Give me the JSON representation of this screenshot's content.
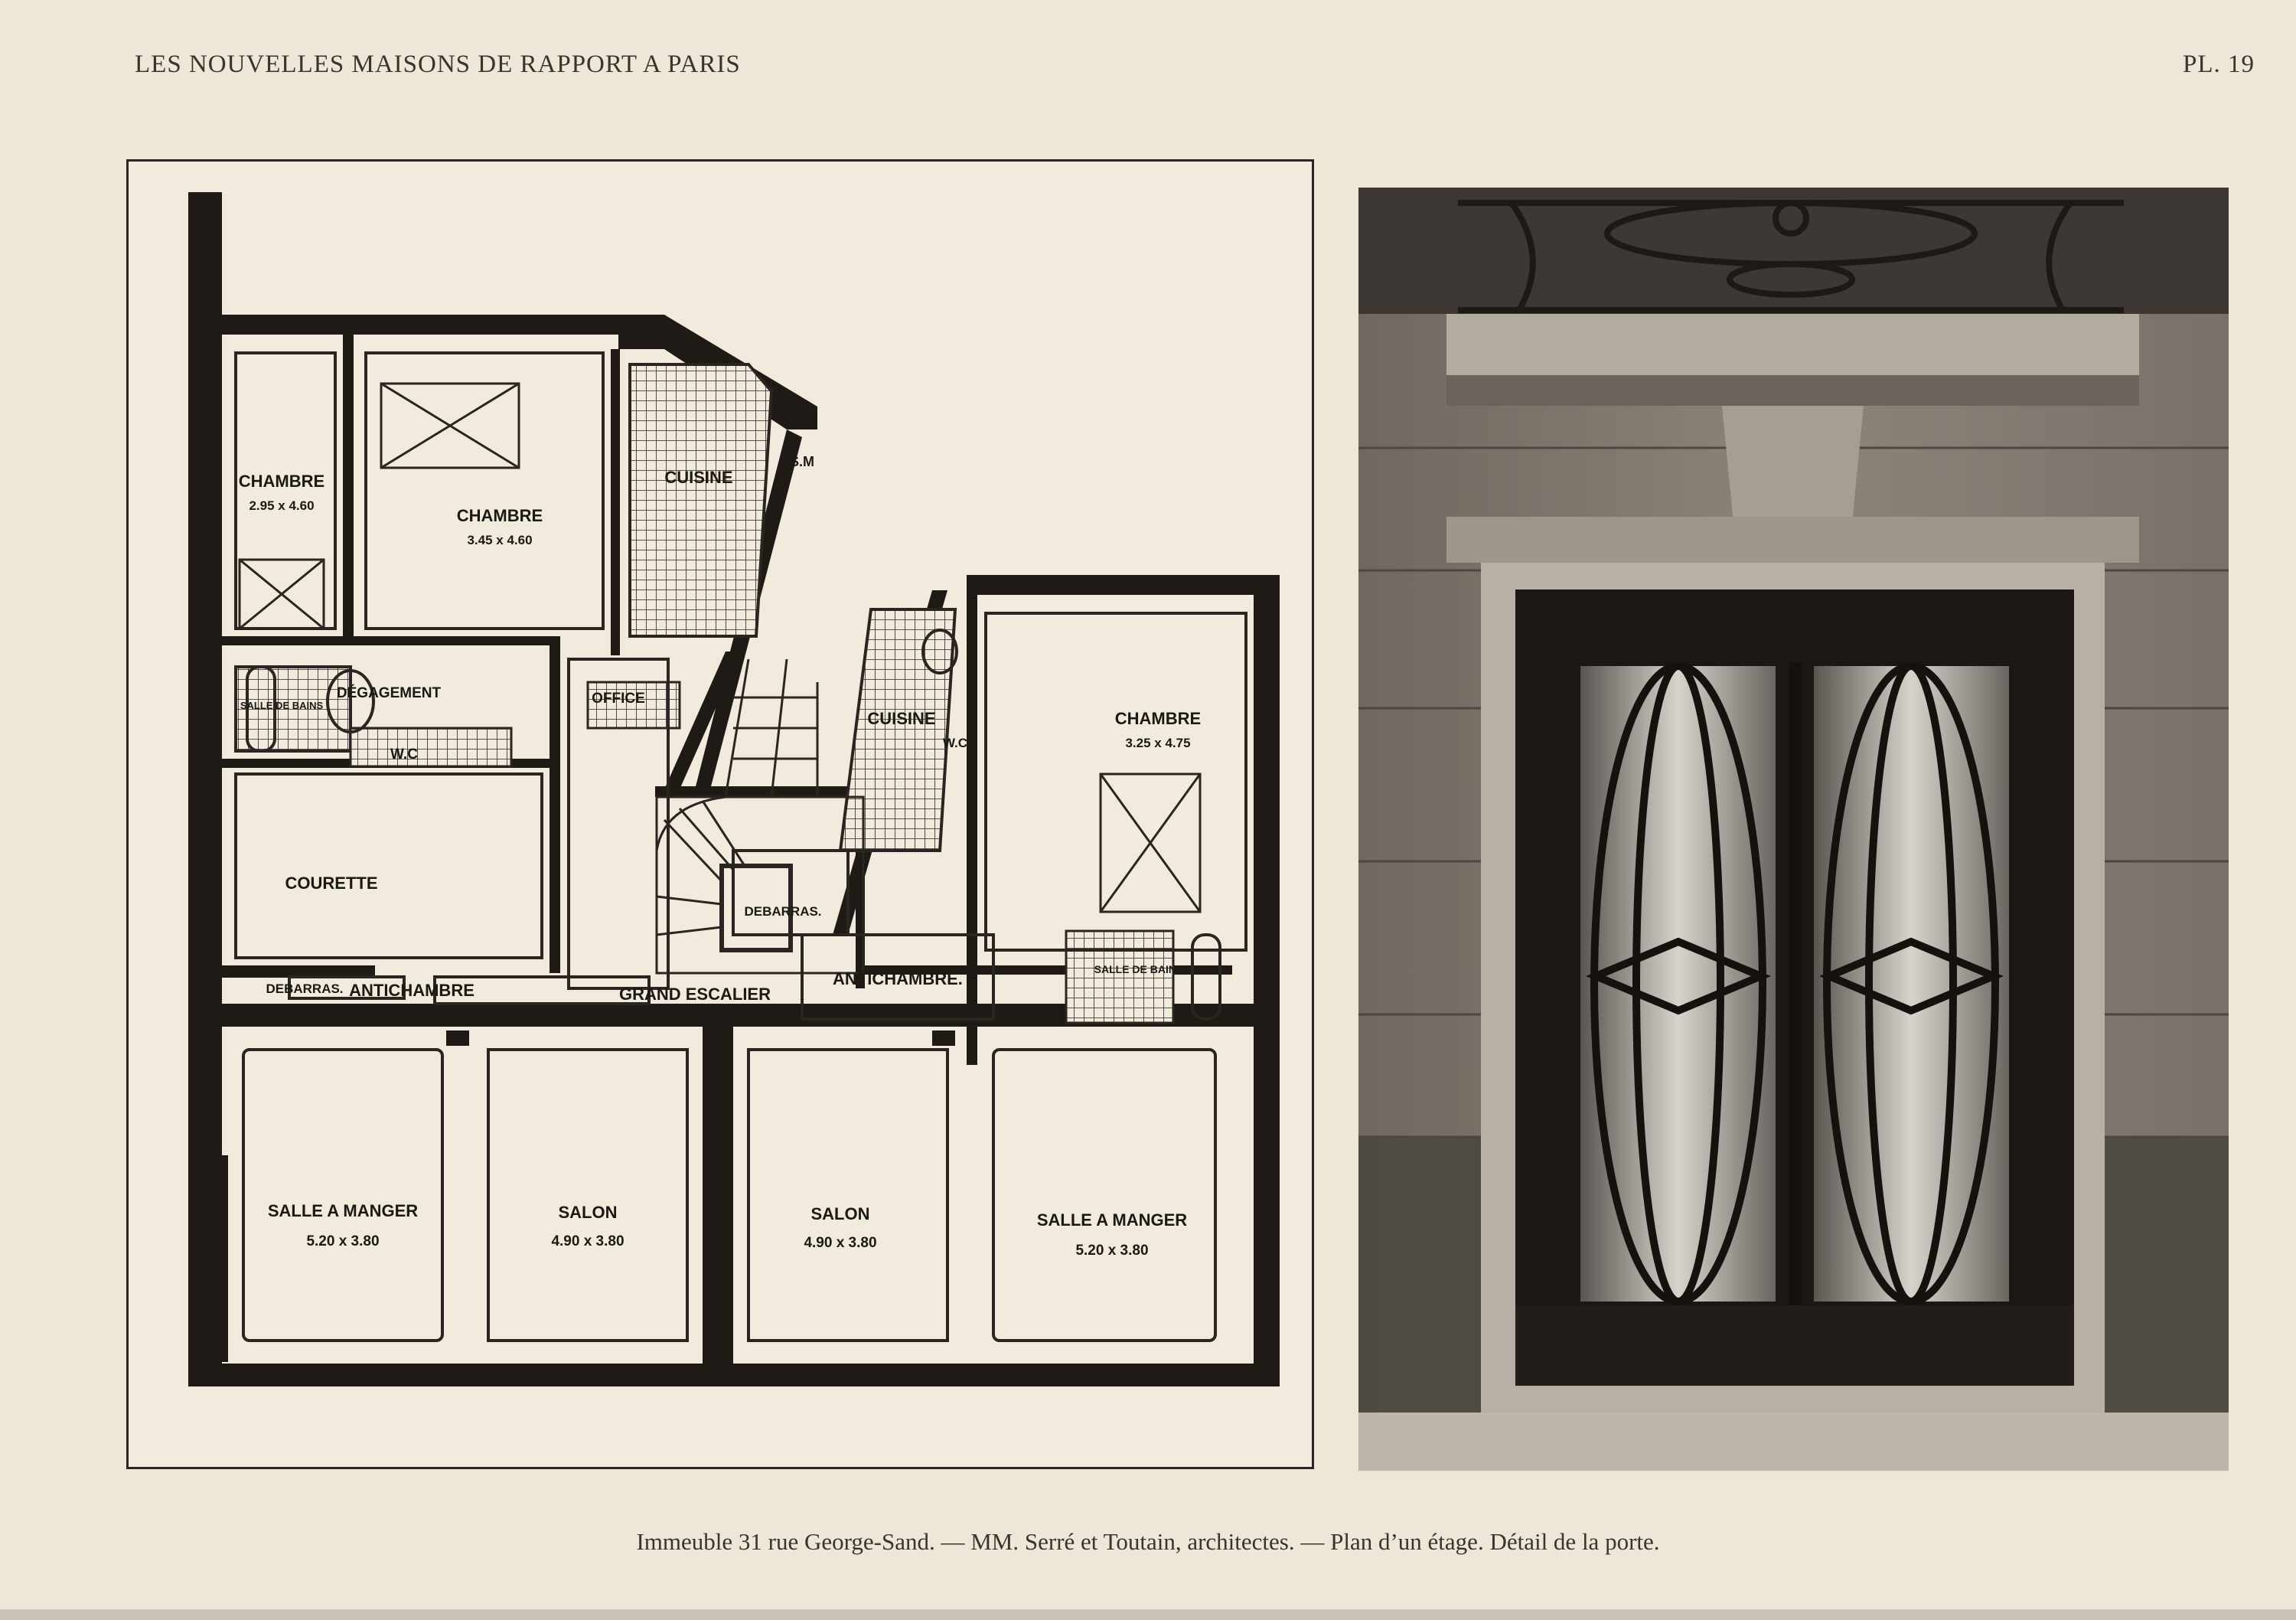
{
  "header": {
    "title": "LES NOUVELLES MAISONS DE RAPPORT A PARIS",
    "plate_number": "PL. 19"
  },
  "caption": "Immeuble 31 rue George-Sand. — MM. Serré et Toutain, architectes. — Plan d’un étage. Détail de la porte.",
  "plan": {
    "rooms": {
      "chambre_1": "CHAMBRE",
      "chambre_1_dim": "2.95 x 4.60",
      "chambre_2": "CHAMBRE",
      "chambre_2_dim": "3.45 x 4.60",
      "cuisine_1": "CUISINE",
      "sm": "S.M",
      "salle_de_bains_1": "SALLE DE BAINS",
      "degagement": "DÉGAGEMENT",
      "wc_1": "W.C",
      "office": "OFFICE",
      "courette": "COURETTE",
      "debarras_1": "DEBARRAS.",
      "antichambre_1": "ANTICHAMBRE",
      "grand_escalier": "GRAND ESCALIER",
      "cuisine_2": "CUISINE",
      "wc_2": "W.C",
      "chambre_3": "CHAMBRE",
      "chambre_3_dim": "3.25 x 4.75",
      "debarras_2": "DEBARRAS.",
      "antichambre_2": "ANTICHAMBRE.",
      "salle_de_bains_2": "SALLE DE BAINS",
      "salle_a_manger_1": "SALLE A MANGER",
      "salle_a_manger_1_dim": "5.20 x 3.80",
      "salon_1": "SALON",
      "salon_1_dim": "4.90 x 3.80",
      "salon_2": "SALON",
      "salon_2_dim": "4.90 x 3.80",
      "salle_a_manger_2": "SALLE A MANGER",
      "salle_a_manger_2_dim": "5.20 x 3.80"
    }
  }
}
